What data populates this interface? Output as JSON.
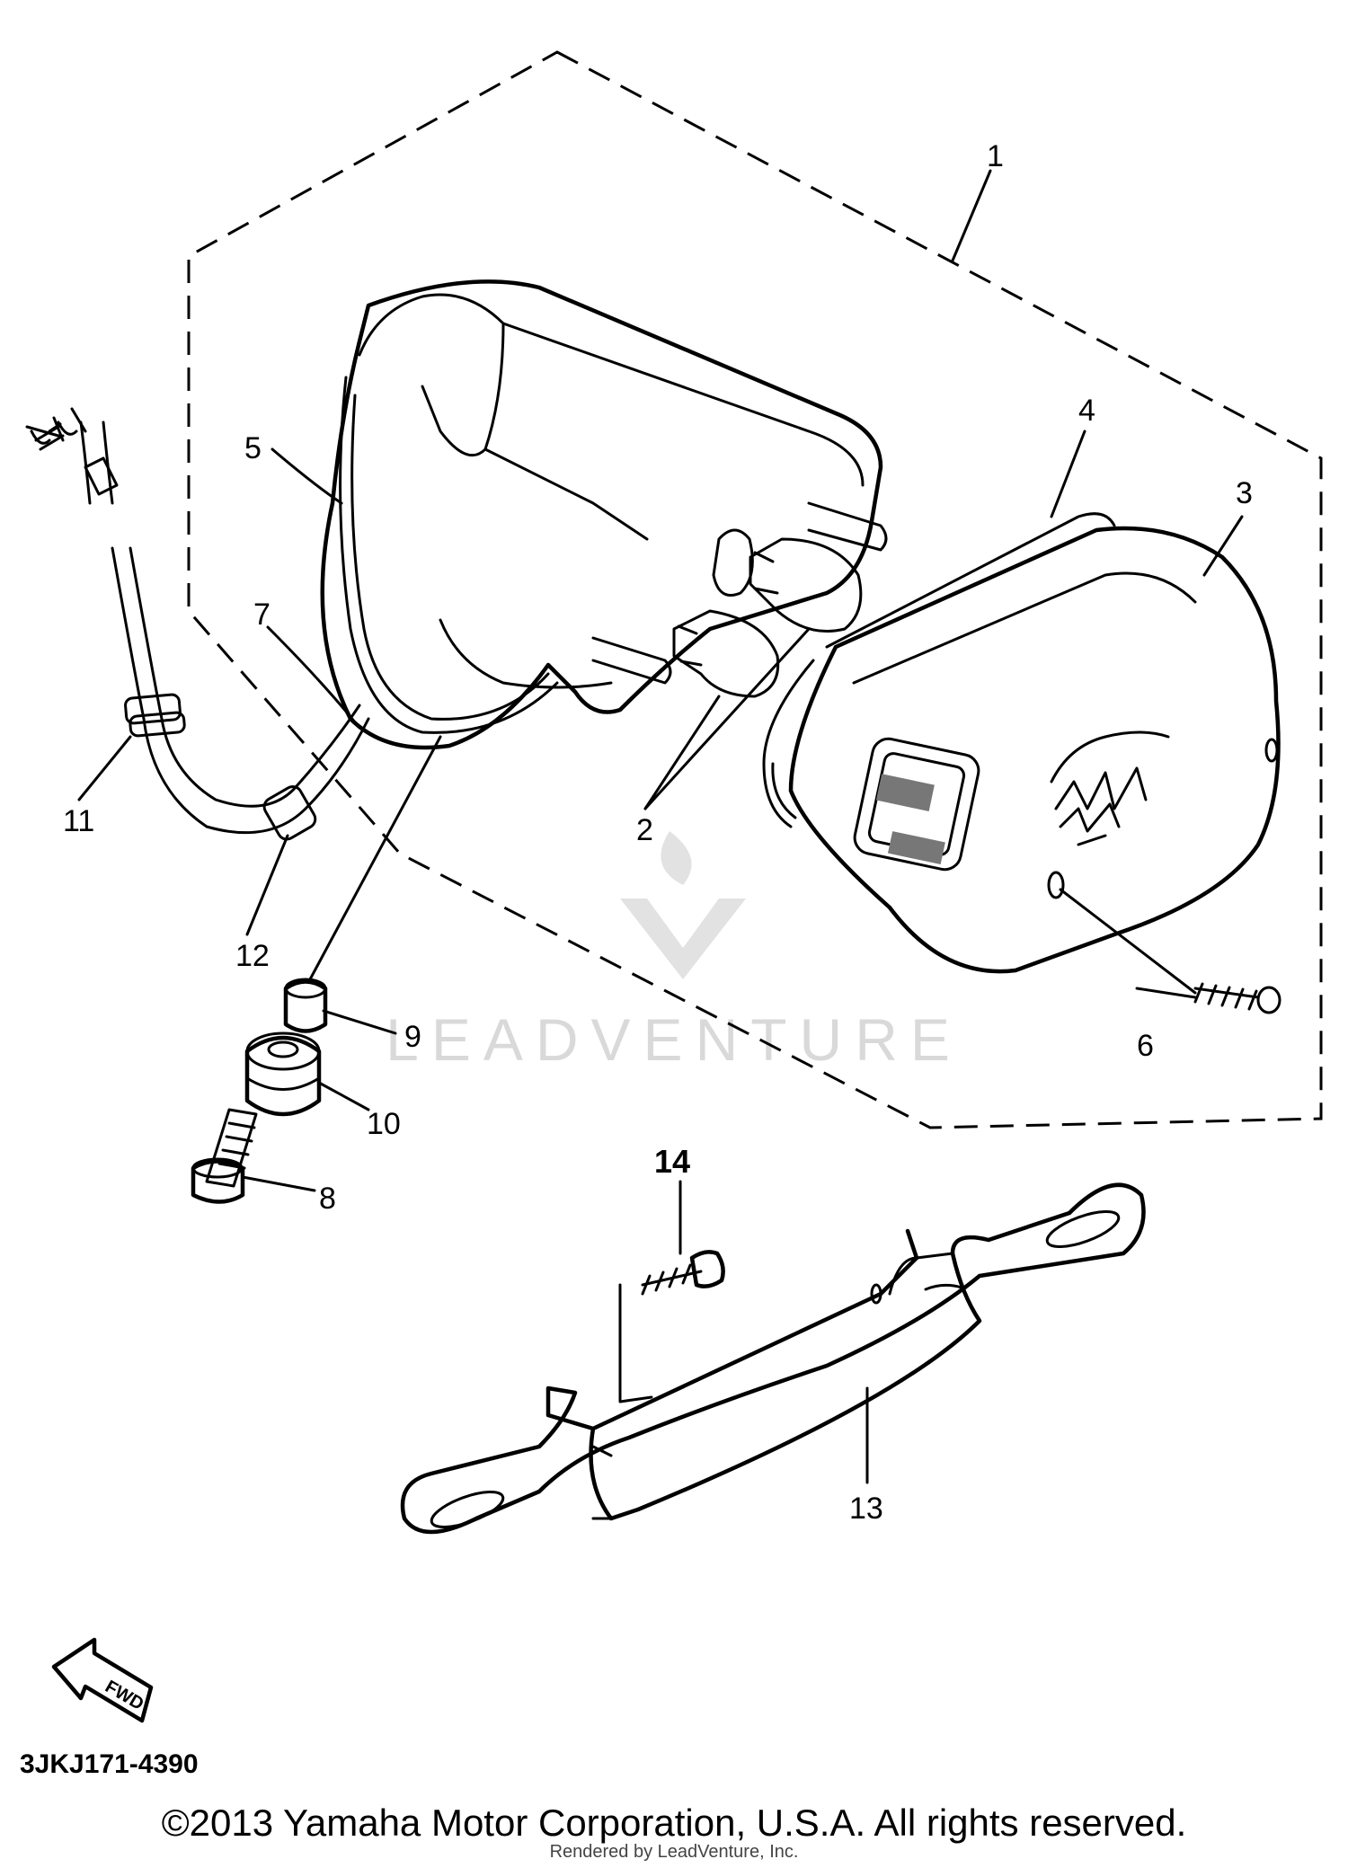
{
  "diagram": {
    "callouts": [
      "1",
      "2",
      "3",
      "4",
      "5",
      "6",
      "7",
      "8",
      "9",
      "10",
      "11",
      "12",
      "13",
      "14"
    ],
    "direction_label": "FWD",
    "diagram_code": "3JKJ171-4390",
    "watermark_text": "LEADVENTURE"
  },
  "footer": {
    "copyright": "©2013 Yamaha Motor Corporation, U.S.A. All rights reserved.",
    "rendered_by": "Rendered by LeadVenture, Inc."
  }
}
